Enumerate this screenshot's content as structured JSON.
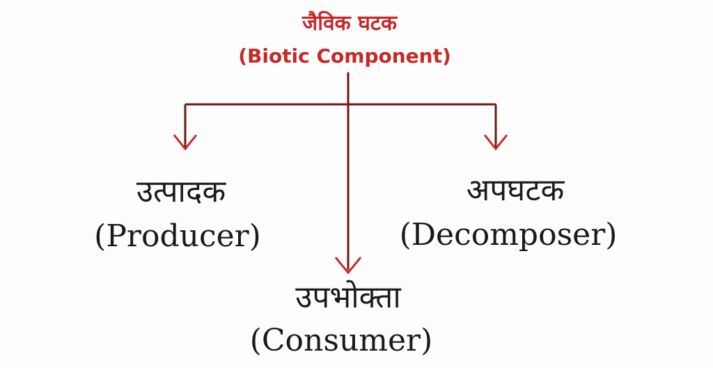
{
  "root": {
    "title_hindi": "जैविक घटक",
    "title_english": "(Biotic Component)"
  },
  "children": {
    "producer": {
      "hindi": "उत्पादक",
      "english": "(Producer)"
    },
    "consumer": {
      "hindi": "उपभोक्ता",
      "english": "(Consumer)"
    },
    "decomposer": {
      "hindi": "अपघटक",
      "english": "(Decomposer)"
    }
  },
  "colors": {
    "title": "#c62828",
    "connector_line": "#6b1a12",
    "arrowhead": "#c62828",
    "node_text": "#1a1a1a"
  }
}
